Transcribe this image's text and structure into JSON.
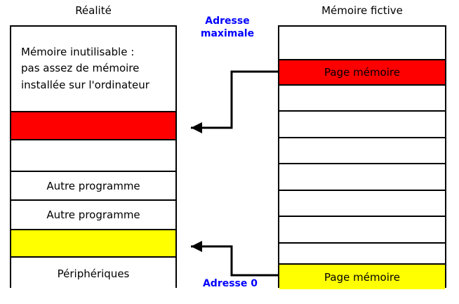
{
  "diagram": {
    "left_title": "Réalité",
    "right_title": "Mémoire fictive",
    "address_max_label_line1": "Adresse",
    "address_max_label_line2": "maximale",
    "address_zero_label": "Adresse 0",
    "colors": {
      "red": "#ff0000",
      "yellow": "#ffff00",
      "white": "#ffffff",
      "border": "#000000",
      "annotation": "#0000ff"
    },
    "left_rows": [
      {
        "text_lines": [
          "Mémoire inutilisable :",
          "pas assez de mémoire",
          "installée sur l'ordinateur"
        ],
        "fill": "#ffffff",
        "height": 120,
        "multiline": true
      },
      {
        "text_lines": [
          ""
        ],
        "fill": "#ff0000",
        "height": 40,
        "multiline": false
      },
      {
        "text_lines": [
          ""
        ],
        "fill": "#ffffff",
        "height": 45,
        "multiline": false
      },
      {
        "text_lines": [
          "Autre programme"
        ],
        "fill": "#ffffff",
        "height": 41,
        "multiline": false
      },
      {
        "text_lines": [
          "Autre programme"
        ],
        "fill": "#ffffff",
        "height": 42,
        "multiline": false
      },
      {
        "text_lines": [
          ""
        ],
        "fill": "#ffff00",
        "height": 39,
        "multiline": false
      },
      {
        "text_lines": [
          "Périphériques"
        ],
        "fill": "#ffffff",
        "height": 47,
        "multiline": false
      }
    ],
    "right_rows": [
      {
        "text": "",
        "fill": "#ffffff",
        "height": 46
      },
      {
        "text": "Page mémoire",
        "fill": "#ff0000",
        "height": 36
      },
      {
        "text": "",
        "fill": "#ffffff",
        "height": 37
      },
      {
        "text": "",
        "fill": "#ffffff",
        "height": 38
      },
      {
        "text": "",
        "fill": "#ffffff",
        "height": 37
      },
      {
        "text": "",
        "fill": "#ffffff",
        "height": 38
      },
      {
        "text": "",
        "fill": "#ffffff",
        "height": 37
      },
      {
        "text": "",
        "fill": "#ffffff",
        "height": 38
      },
      {
        "text": "",
        "fill": "#ffffff",
        "height": 30
      },
      {
        "text": "Page mémoire",
        "fill": "#ffff00",
        "height": 37
      }
    ]
  }
}
